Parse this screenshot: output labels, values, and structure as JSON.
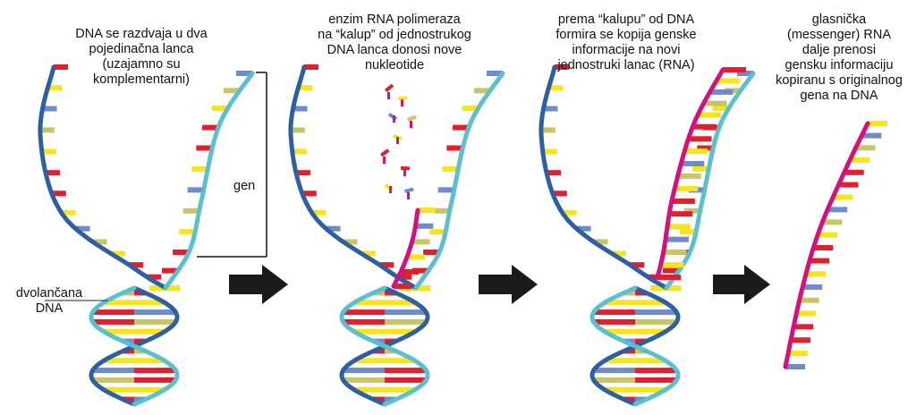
{
  "captions": {
    "step1": "DNA se razdvaja u dva\npojedinačna lanca\n(uzajamno su\nkomplementarni)",
    "step2": "enzim RNA polimeraza\nna “kalup” od jednostrukog\nDNA lanca donosi nove\nnukleotide",
    "step3": "prema “kalupu” od DNA\nformira se kopija genske\ninformacije na novi\njednostruki lanac (RNA)",
    "step4": "glasnička\n(messenger) RNA\ndalje prenosi\ngensku informaciju\nkopiranu s originalnog\ngena na DNA"
  },
  "labels": {
    "gene": "gen",
    "double_strand": "dvolančana\nDNA"
  },
  "colors": {
    "backbone_blue": "#2e5f9e",
    "backbone_teal": "#5bbfcf",
    "rna_magenta": "#d2127c",
    "base_red": "#e0202e",
    "base_yellow": "#f6e51e",
    "base_blue": "#6f8cc8",
    "base_olive": "#c9c46a",
    "base_orange": "#f08a3a",
    "arrow": "#1a1a1a"
  },
  "icons": [
    "arrow-right-icon"
  ]
}
